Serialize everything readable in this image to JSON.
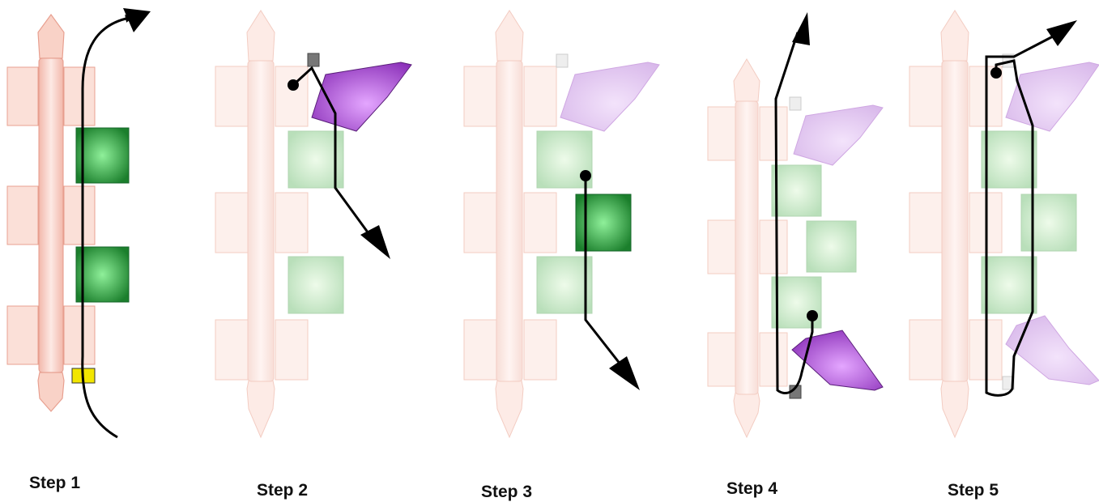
{
  "steps": [
    {
      "label": "Step 1"
    },
    {
      "label": "Step 2"
    },
    {
      "label": "Step 3"
    },
    {
      "label": "Step 4"
    },
    {
      "label": "Step 5"
    }
  ],
  "colors": {
    "scaffold_fill": "#fbe3db",
    "scaffold_stroke": "#e8a090",
    "green_active": "#1e9a36",
    "green_faded": "#cfe8cf",
    "purple_active": "#9b3cc6",
    "purple_faded": "#e1c6ee",
    "marker_yellow": "#f2e600",
    "path": "#000000"
  }
}
